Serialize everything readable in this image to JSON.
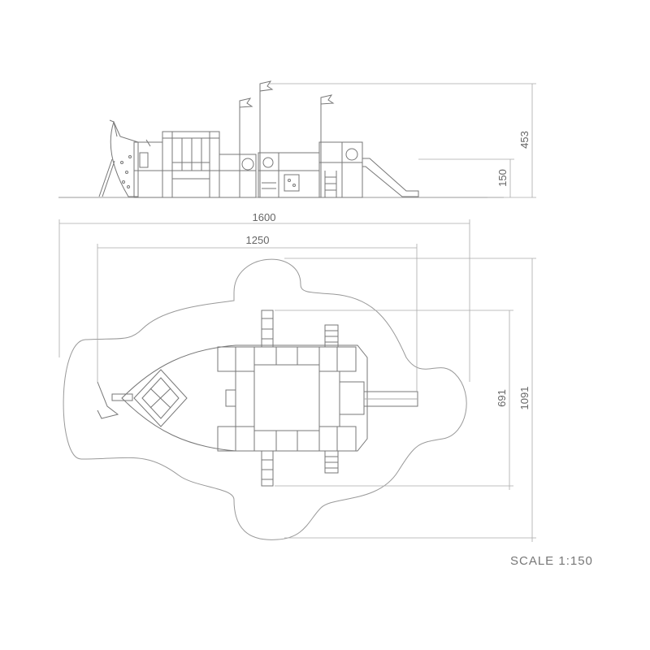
{
  "dimensions": {
    "overall_height": "453",
    "platform_height": "150",
    "overall_length": "1600",
    "equipment_length": "1250",
    "equipment_width": "691",
    "overall_width": "1091"
  },
  "scale_label": "SCALE 1:150",
  "colors": {
    "line": "#777777",
    "dim": "#aaaaaa",
    "text": "#666666"
  }
}
